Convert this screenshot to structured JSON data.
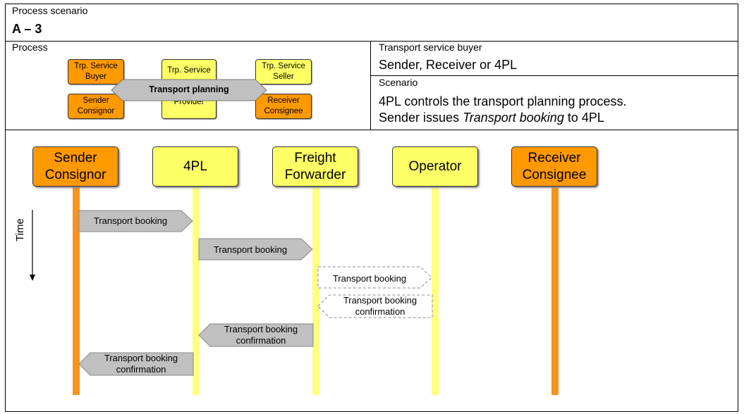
{
  "header": {
    "scenario_label": "Process scenario",
    "scenario_id": "A – 3",
    "process_label": "Process",
    "buyer_label": "Transport service buyer",
    "buyer_value": "Sender, Receiver or 4PL",
    "scenario_section_label": "Scenario",
    "scenario_line1": "4PL controls the transport planning process.",
    "scenario_line2_pre": "Sender issues ",
    "scenario_line2_italic": "Transport booking",
    "scenario_line2_post": " to 4PL"
  },
  "process_diagram": {
    "buyer_line1": "Trp. Service",
    "buyer_line2": "Buyer",
    "provider_line1": "Trp. Service",
    "provider_line2": "Provider",
    "seller_line1": "Trp. Service",
    "seller_line2": "Seller",
    "sender_line1": "Sender",
    "sender_line2": "Consignor",
    "receiver_line1": "Receiver",
    "receiver_line2": "Consignee",
    "planning_label": "Transport planning",
    "colors": {
      "orange": "#ff9900",
      "yellow": "#ffff66",
      "arrow": "#c0c0c0"
    }
  },
  "sequence": {
    "time_label": "Time",
    "lanes": [
      {
        "line1": "Sender",
        "line2": "Consignor",
        "color": "#ff9900"
      },
      {
        "line1": "4PL",
        "line2": "",
        "color": "#ffff66"
      },
      {
        "line1": "Freight",
        "line2": "Forwarder",
        "color": "#ffff66"
      },
      {
        "line1": "Operator",
        "line2": "",
        "color": "#ffff66"
      },
      {
        "line1": "Receiver",
        "line2": "Consignee",
        "color": "#ff9900"
      }
    ],
    "messages": [
      {
        "line1": "Transport booking",
        "line2": "",
        "from": "Sender Consignor",
        "to": "4PL",
        "style": "solid"
      },
      {
        "line1": "Transport booking",
        "line2": "",
        "from": "4PL",
        "to": "Freight Forwarder",
        "style": "solid"
      },
      {
        "line1": "Transport booking",
        "line2": "",
        "from": "Freight Forwarder",
        "to": "Operator",
        "style": "dashed"
      },
      {
        "line1": "Transport booking",
        "line2": "confirmation",
        "from": "Operator",
        "to": "Freight Forwarder",
        "style": "dashed"
      },
      {
        "line1": "Transport booking",
        "line2": "confirmation",
        "from": "Freight Forwarder",
        "to": "4PL",
        "style": "solid"
      },
      {
        "line1": "Transport booking",
        "line2": "confirmation",
        "from": "4PL",
        "to": "Sender Consignor",
        "style": "solid"
      }
    ]
  }
}
